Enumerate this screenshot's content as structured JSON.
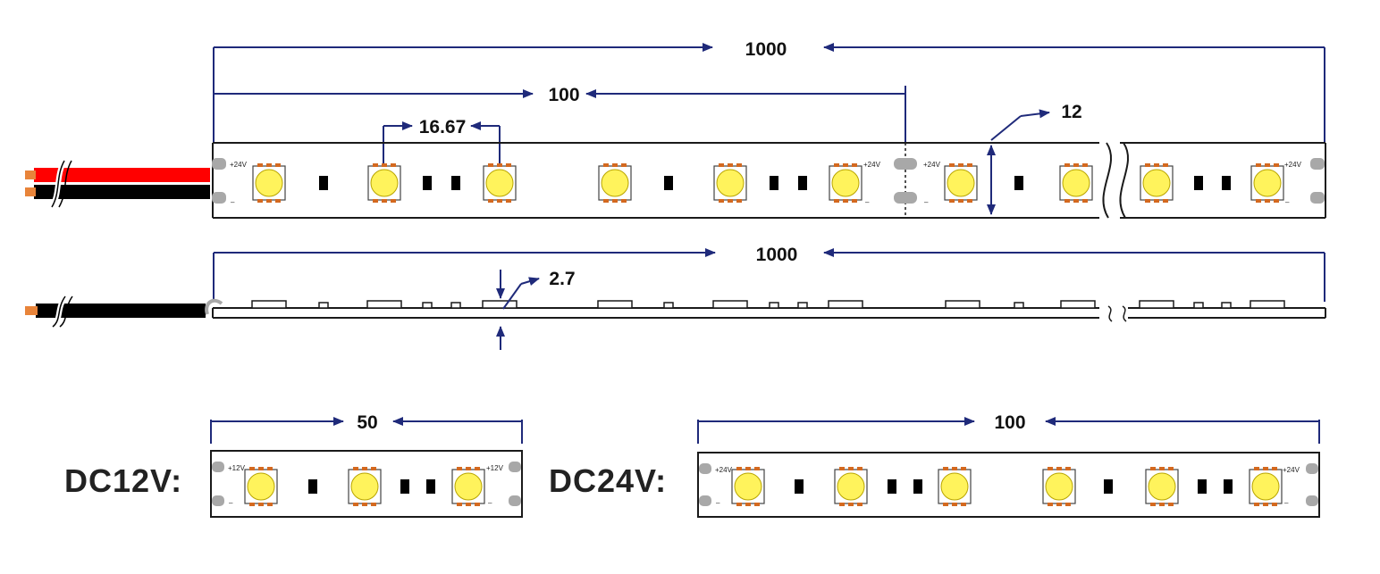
{
  "colors": {
    "dimension": "#1f2a7a",
    "outline": "#1a1a1a",
    "led_yellow": "#fff35c",
    "led_pin": "#d4691f",
    "pad": "#a8a8a8",
    "wire_red": "#ff0000",
    "wire_black": "#000000",
    "wire_tip": "#e8843a"
  },
  "top_view": {
    "len_total": "1000",
    "len_cut": "100",
    "pitch": "16.67",
    "width": "12",
    "pad_plus": "+24V",
    "pad_minus": "–"
  },
  "side_view": {
    "len_total": "1000",
    "thickness": "2.7"
  },
  "dc12": {
    "label": "DC12V:",
    "len": "50",
    "pad_plus": "+12V",
    "pad_minus": "–"
  },
  "dc24": {
    "label": "DC24V:",
    "len": "100",
    "pad_plus": "+24V",
    "pad_minus": "–"
  },
  "icons": [
    "led-chip-icon",
    "resistor-icon",
    "solder-pad-icon",
    "wire-icon",
    "break-mark-icon",
    "dimension-arrow-icon"
  ]
}
